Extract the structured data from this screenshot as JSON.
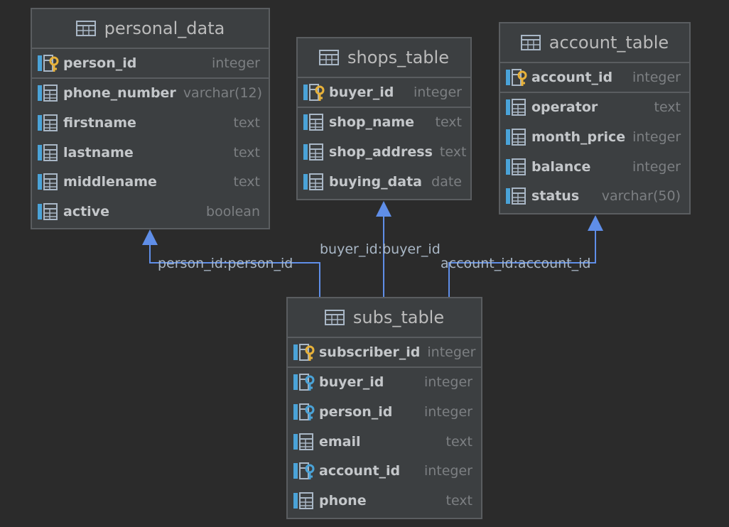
{
  "colors": {
    "background": "#2b2b2b",
    "table_fill": "#3c3f41",
    "table_border": "#5a5d60",
    "link_line": "#5f8ee8",
    "key_gold": "#e8b23a",
    "fk_blue": "#4aa3d8"
  },
  "tables": {
    "personal_data": {
      "title": "personal_data",
      "columns": [
        {
          "name": "person_id",
          "type": "integer",
          "icon": "primary-key-icon"
        },
        {
          "name": "phone_number",
          "type": "varchar(12)",
          "icon": "column-icon"
        },
        {
          "name": "firstname",
          "type": "text",
          "icon": "column-icon"
        },
        {
          "name": "lastname",
          "type": "text",
          "icon": "column-icon"
        },
        {
          "name": "middlename",
          "type": "text",
          "icon": "column-icon"
        },
        {
          "name": "active",
          "type": "boolean",
          "icon": "column-icon"
        }
      ]
    },
    "shops_table": {
      "title": "shops_table",
      "columns": [
        {
          "name": "buyer_id",
          "type": "integer",
          "icon": "primary-key-icon"
        },
        {
          "name": "shop_name",
          "type": "text",
          "icon": "column-icon"
        },
        {
          "name": "shop_address",
          "type": "text",
          "icon": "column-icon"
        },
        {
          "name": "buying_data",
          "type": "date",
          "icon": "column-icon"
        }
      ]
    },
    "account_table": {
      "title": "account_table",
      "columns": [
        {
          "name": "account_id",
          "type": "integer",
          "icon": "primary-key-icon"
        },
        {
          "name": "operator",
          "type": "text",
          "icon": "column-icon"
        },
        {
          "name": "month_price",
          "type": "integer",
          "icon": "column-icon"
        },
        {
          "name": "balance",
          "type": "integer",
          "icon": "column-icon"
        },
        {
          "name": "status",
          "type": "varchar(50)",
          "icon": "column-icon"
        }
      ]
    },
    "subs_table": {
      "title": "subs_table",
      "columns": [
        {
          "name": "subscriber_id",
          "type": "integer",
          "icon": "primary-key-icon"
        },
        {
          "name": "buyer_id",
          "type": "integer",
          "icon": "foreign-key-icon"
        },
        {
          "name": "person_id",
          "type": "integer",
          "icon": "foreign-key-icon"
        },
        {
          "name": "email",
          "type": "text",
          "icon": "column-icon"
        },
        {
          "name": "account_id",
          "type": "integer",
          "icon": "foreign-key-icon"
        },
        {
          "name": "phone",
          "type": "text",
          "icon": "column-icon"
        }
      ]
    }
  },
  "links": {
    "person": "person_id:person_id",
    "buyer": "buyer_id:buyer_id",
    "account": "account_id:account_id"
  }
}
